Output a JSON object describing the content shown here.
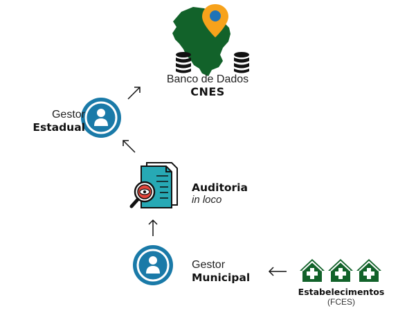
{
  "cnes": {
    "line1": "Banco de Dados",
    "line2": "CNES"
  },
  "gestor_estadual": {
    "line1": "Gestor",
    "line2": "Estadual"
  },
  "auditoria": {
    "line1": "Auditoria",
    "line2": "in loco"
  },
  "gestor_municipal": {
    "line1": "Gestor",
    "line2": "Municipal"
  },
  "estabelecimentos": {
    "line1": "Estabelecimentos",
    "line2": "(FCES)"
  },
  "colors": {
    "green": "#12622a",
    "blue": "#1a7aa8",
    "orange": "#f7a21b",
    "pin_center": "#1f73b7",
    "teal": "#27a9b5",
    "red": "#e2453a",
    "dark": "#111111"
  },
  "icons": {
    "brazil_map": "brazil-map-icon",
    "location_pin": "location-pin-icon",
    "database": "database-icon",
    "user": "user-circle-icon",
    "audit": "document-magnifier-icon",
    "health_unit": "health-house-icon"
  }
}
